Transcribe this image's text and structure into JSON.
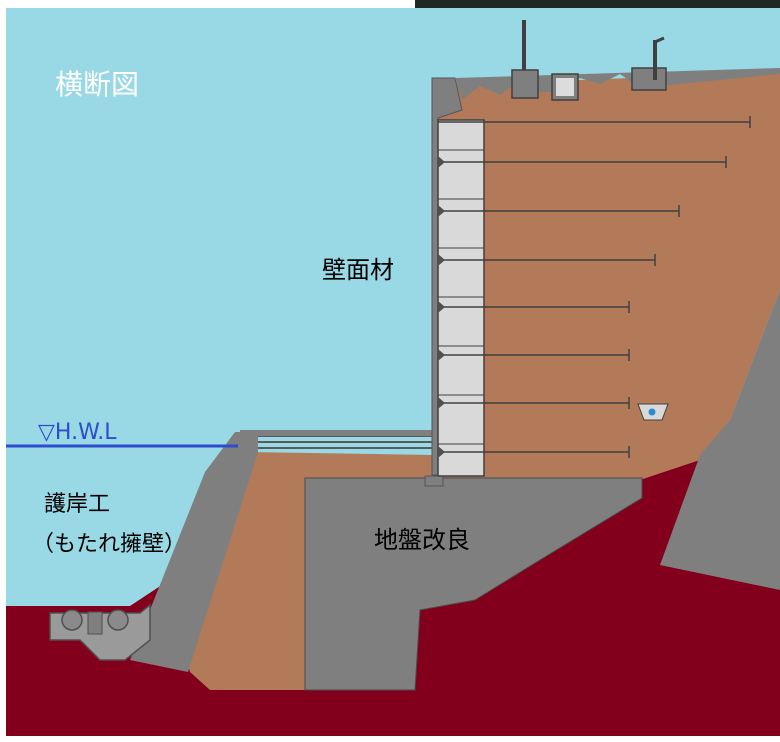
{
  "labels": {
    "title": "横断図",
    "wall_face": "壁面材",
    "hwl": "▽H.W.L",
    "revetment": "護岸工",
    "revetment_sub": "（もたれ擁壁）",
    "ground_improvement": "地盤改良"
  },
  "anchor_count": 8,
  "colors": {
    "sky": "#99d8e5",
    "backfill": "#b37a59",
    "ground": "#82001b",
    "concrete": "#7f7f7f",
    "panel": "#d9d9d9",
    "water_line": "#2f4bd0",
    "text": "#ffffff",
    "label_dark": "#000000",
    "photo_strip": "#1f2a24"
  }
}
